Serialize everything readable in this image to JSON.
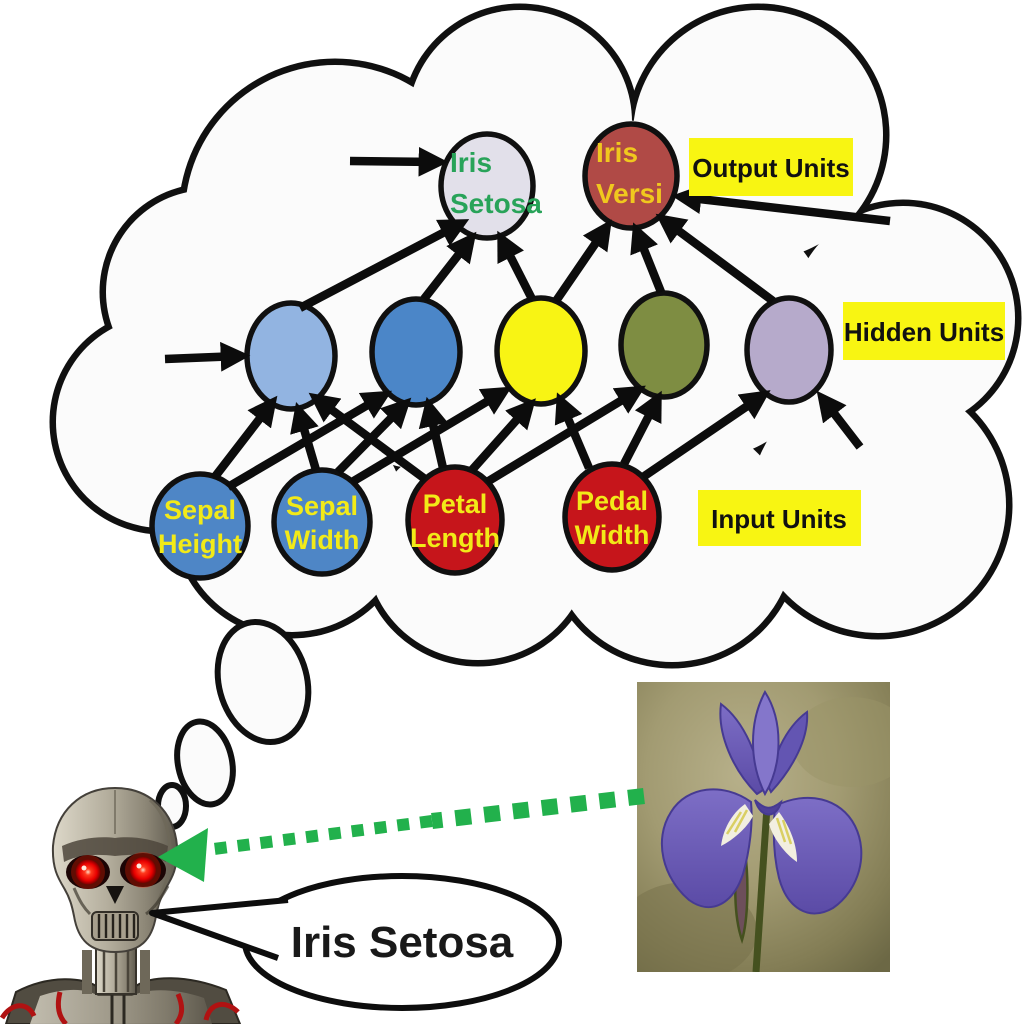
{
  "thought_cloud": {
    "label_bg_color": "#f8f512",
    "output_units_label": "Output Units",
    "hidden_units_label": "Hidden Units",
    "input_units_label": "Input Units",
    "output_nodes": [
      {
        "id": "iris-setosa",
        "line1": "Iris",
        "line2": "Setosa",
        "fill": "#e2e0ea",
        "text_color": "#28a359"
      },
      {
        "id": "iris-versi",
        "line1": "Iris",
        "line2": "Versi",
        "fill": "#b04a46",
        "text_color": "#f0c81e"
      }
    ],
    "hidden_nodes": [
      {
        "id": "hidden-1",
        "fill": "#92b4e1"
      },
      {
        "id": "hidden-2",
        "fill": "#4b86c8"
      },
      {
        "id": "hidden-3",
        "fill": "#f8f414"
      },
      {
        "id": "hidden-4",
        "fill": "#7e8d42"
      },
      {
        "id": "hidden-5",
        "fill": "#b6aacb"
      }
    ],
    "input_nodes": [
      {
        "id": "sepal-height",
        "line1": "Sepal",
        "line2": "Height",
        "fill": "#4e86c6",
        "text_color": "#f2ea18"
      },
      {
        "id": "sepal-width",
        "line1": "Sepal",
        "line2": "Width",
        "fill": "#4e86c6",
        "text_color": "#f2ea18"
      },
      {
        "id": "petal-length",
        "line1": "Petal",
        "line2": "Length",
        "fill": "#c6151b",
        "text_color": "#f2ea18"
      },
      {
        "id": "pedal-width",
        "line1": "Pedal",
        "line2": "Width",
        "fill": "#c6151b",
        "text_color": "#f2ea18"
      }
    ],
    "edges": [
      {
        "from": "hidden-1",
        "to": "iris-setosa"
      },
      {
        "from": "hidden-2",
        "to": "iris-setosa"
      },
      {
        "from": "hidden-3",
        "to": "iris-setosa"
      },
      {
        "from": "hidden-3",
        "to": "iris-versi"
      },
      {
        "from": "hidden-4",
        "to": "iris-versi"
      },
      {
        "from": "hidden-5",
        "to": "iris-versi"
      },
      {
        "from": "sepal-height",
        "to": "hidden-1"
      },
      {
        "from": "sepal-height",
        "to": "hidden-2"
      },
      {
        "from": "sepal-width",
        "to": "hidden-1"
      },
      {
        "from": "sepal-width",
        "to": "hidden-2"
      },
      {
        "from": "sepal-width",
        "to": "hidden-3"
      },
      {
        "from": "petal-length",
        "to": "hidden-1"
      },
      {
        "from": "petal-length",
        "to": "hidden-2"
      },
      {
        "from": "petal-length",
        "to": "hidden-3"
      },
      {
        "from": "petal-length",
        "to": "hidden-4"
      },
      {
        "from": "pedal-width",
        "to": "hidden-3"
      },
      {
        "from": "pedal-width",
        "to": "hidden-4"
      },
      {
        "from": "pedal-width",
        "to": "hidden-5"
      }
    ],
    "external_arrows_to": [
      "iris-setosa",
      "iris-versi",
      "hidden-1",
      "hidden-5"
    ]
  },
  "speech_bubble": {
    "text": "Iris Setosa"
  },
  "green_arrow": {
    "color": "#22b14c",
    "from": "iris-flower-photo",
    "to": "robot-head"
  },
  "robot": {
    "name": "terminator-skull",
    "eye_color": "#ff2000"
  },
  "flower_photo": {
    "subject": "purple iris flower",
    "petal_color": "#6a58b8"
  }
}
